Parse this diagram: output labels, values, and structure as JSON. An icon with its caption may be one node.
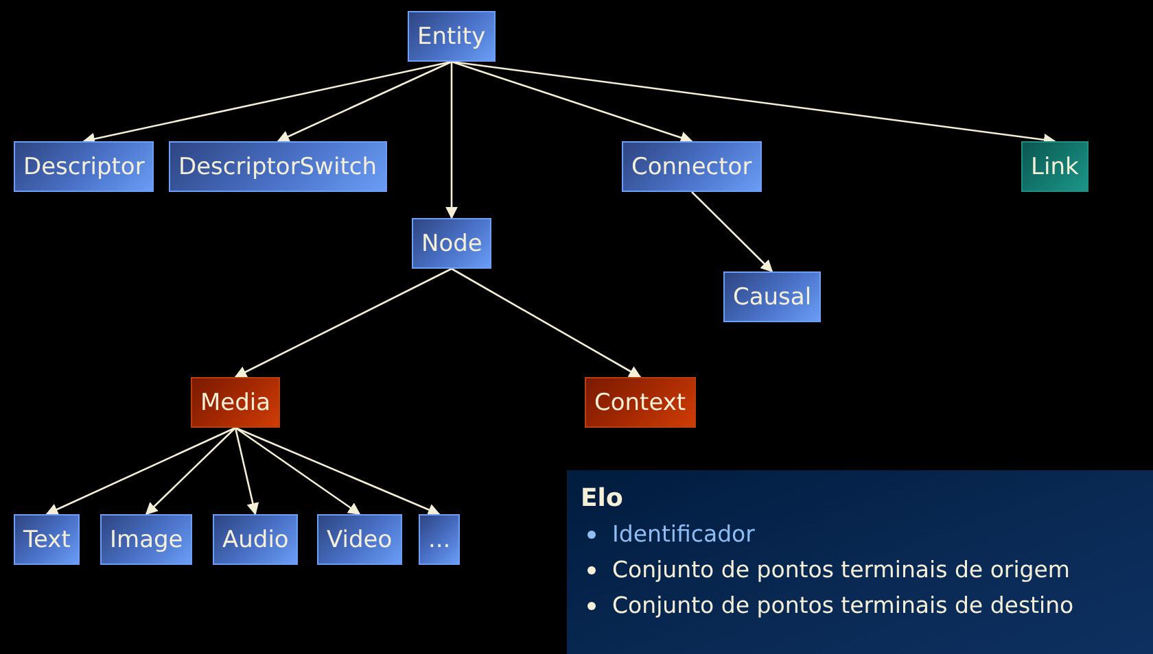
{
  "diagram": {
    "nodes": [
      {
        "text": [
          "Entity"
        ]
      },
      {
        "text": [
          "Descriptor"
        ]
      },
      {
        "text": [
          "DescriptorSwitch"
        ]
      },
      {
        "text": [
          "Connector"
        ]
      },
      {
        "text": [
          "Link"
        ]
      },
      {
        "text": [
          "Node"
        ]
      },
      {
        "text": [
          "Causal"
        ]
      },
      {
        "text": [
          "Media"
        ]
      },
      {
        "text": [
          "Context"
        ]
      },
      {
        "text": [
          "Text"
        ]
      },
      {
        "text": [
          "Image"
        ]
      },
      {
        "text": [
          "Audio"
        ]
      },
      {
        "text": [
          "Video"
        ]
      },
      {
        "text": [
          "..."
        ]
      },
      {
        "text": [
          "Elo",
          "Identificador",
          "Conjunto de pontos terminais de origem",
          "Conjunto de pontos terminais de destino"
        ]
      }
    ],
    "edges": [
      {
        "from": 0,
        "to": 1,
        "arrow": "to"
      },
      {
        "from": 0,
        "to": 2,
        "arrow": "to"
      },
      {
        "from": 0,
        "to": 5,
        "arrow": "to"
      },
      {
        "from": 0,
        "to": 3,
        "arrow": "to"
      },
      {
        "from": 0,
        "to": 4,
        "arrow": "to"
      },
      {
        "from": 3,
        "to": 6,
        "arrow": "to"
      },
      {
        "from": 5,
        "to": 7,
        "arrow": "to"
      },
      {
        "from": 5,
        "to": 8,
        "arrow": "to"
      },
      {
        "from": 7,
        "to": 9,
        "arrow": "to"
      },
      {
        "from": 7,
        "to": 10,
        "arrow": "to"
      },
      {
        "from": 7,
        "to": 11,
        "arrow": "to"
      },
      {
        "from": 7,
        "to": 12,
        "arrow": "to"
      },
      {
        "from": 7,
        "to": 13,
        "arrow": "to"
      }
    ]
  }
}
